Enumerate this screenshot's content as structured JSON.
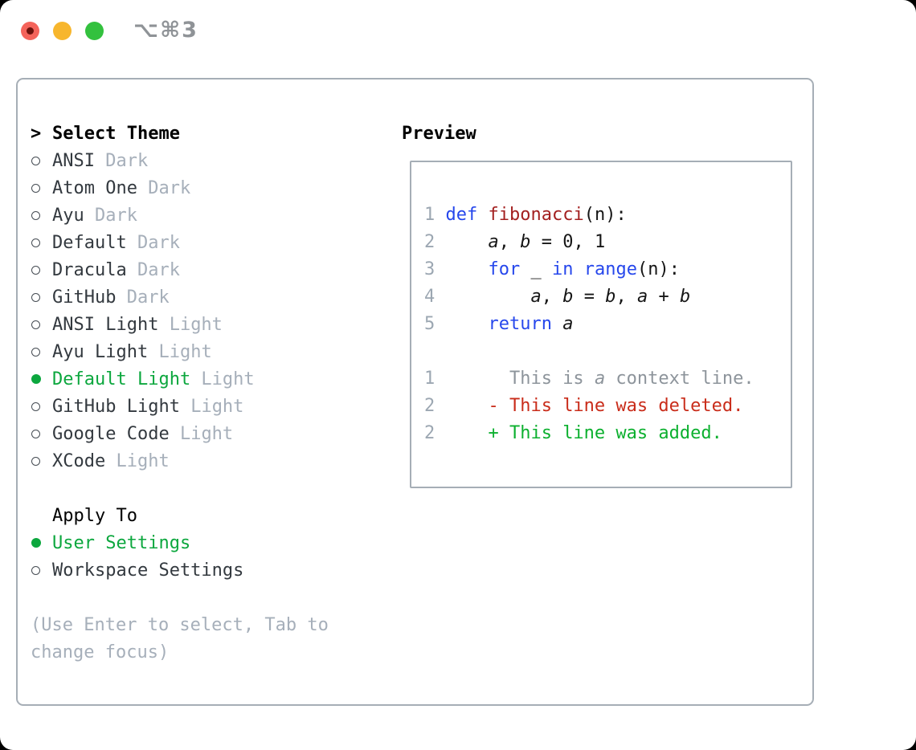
{
  "titlebar": {
    "title": "⌥⌘3",
    "buttons": [
      {
        "name": "close",
        "color": "#f4635a",
        "has_inner_dot": true
      },
      {
        "name": "minimize",
        "color": "#f7b62d",
        "has_inner_dot": false
      },
      {
        "name": "zoom",
        "color": "#33c13e",
        "has_inner_dot": false
      }
    ]
  },
  "theme_selector": {
    "heading_marker": ">",
    "heading": "Select Theme",
    "items": [
      {
        "name": "ANSI",
        "variant": "Dark",
        "selected": false
      },
      {
        "name": "Atom One",
        "variant": "Dark",
        "selected": false
      },
      {
        "name": "Ayu",
        "variant": "Dark",
        "selected": false
      },
      {
        "name": "Default",
        "variant": "Dark",
        "selected": false
      },
      {
        "name": "Dracula",
        "variant": "Dark",
        "selected": false
      },
      {
        "name": "GitHub",
        "variant": "Dark",
        "selected": false
      },
      {
        "name": "ANSI Light",
        "variant": "Light",
        "selected": false
      },
      {
        "name": "Ayu Light",
        "variant": "Light",
        "selected": false
      },
      {
        "name": "Default Light",
        "variant": "Light",
        "selected": true
      },
      {
        "name": "GitHub Light",
        "variant": "Light",
        "selected": false
      },
      {
        "name": "Google Code",
        "variant": "Light",
        "selected": false
      },
      {
        "name": "XCode",
        "variant": "Light",
        "selected": false
      }
    ]
  },
  "apply_to": {
    "heading": "Apply To",
    "options": [
      {
        "name": "User Settings",
        "selected": true
      },
      {
        "name": "Workspace Settings",
        "selected": false
      }
    ]
  },
  "help": {
    "line1": "(Use Enter to select, Tab to",
    "line2": "change focus)"
  },
  "preview": {
    "heading": "Preview",
    "lines": [
      {
        "num": "1",
        "segs": [
          [
            "p",
            " "
          ],
          [
            "kw",
            "def"
          ],
          [
            "p",
            " "
          ],
          [
            "fn",
            "fibonacci"
          ],
          [
            "p",
            "(n):"
          ]
        ]
      },
      {
        "num": "2",
        "segs": [
          [
            "p",
            "     "
          ],
          [
            "v",
            "a"
          ],
          [
            "p",
            ", "
          ],
          [
            "v",
            "b"
          ],
          [
            "p",
            " = 0, 1"
          ]
        ]
      },
      {
        "num": "3",
        "segs": [
          [
            "p",
            "     "
          ],
          [
            "kw",
            "for"
          ],
          [
            "p",
            " _ "
          ],
          [
            "kw",
            "in"
          ],
          [
            "p",
            " "
          ],
          [
            "kw",
            "range"
          ],
          [
            "p",
            "(n):"
          ]
        ]
      },
      {
        "num": "4",
        "segs": [
          [
            "p",
            "         "
          ],
          [
            "v",
            "a"
          ],
          [
            "p",
            ", "
          ],
          [
            "v",
            "b"
          ],
          [
            "p",
            " = "
          ],
          [
            "v",
            "b"
          ],
          [
            "p",
            ", "
          ],
          [
            "v",
            "a"
          ],
          [
            "p",
            " + "
          ],
          [
            "v",
            "b"
          ]
        ]
      },
      {
        "num": "5",
        "segs": [
          [
            "p",
            "     "
          ],
          [
            "kw",
            "return"
          ],
          [
            "p",
            " "
          ],
          [
            "v",
            "a"
          ]
        ]
      },
      {
        "num": "",
        "segs": []
      },
      {
        "num": "1",
        "segs": [
          [
            "ctx",
            "       This is "
          ],
          [
            "ctxv",
            "a"
          ],
          [
            "ctx",
            " context line."
          ]
        ]
      },
      {
        "num": "2",
        "segs": [
          [
            "del",
            "     - This line was deleted."
          ]
        ]
      },
      {
        "num": "2",
        "segs": [
          [
            "add",
            "     + This line was added."
          ]
        ]
      }
    ]
  },
  "colors": {
    "accent_green": "#0ca73e",
    "keyword_blue": "#2647ec",
    "function_red": "#a32020",
    "diff_deleted_red": "#c92c1a",
    "diff_added_green": "#0cb02f",
    "muted_gray": "#a6afba",
    "line_number_gray": "#9ca7b2",
    "border_gray": "#a6aeb6"
  }
}
